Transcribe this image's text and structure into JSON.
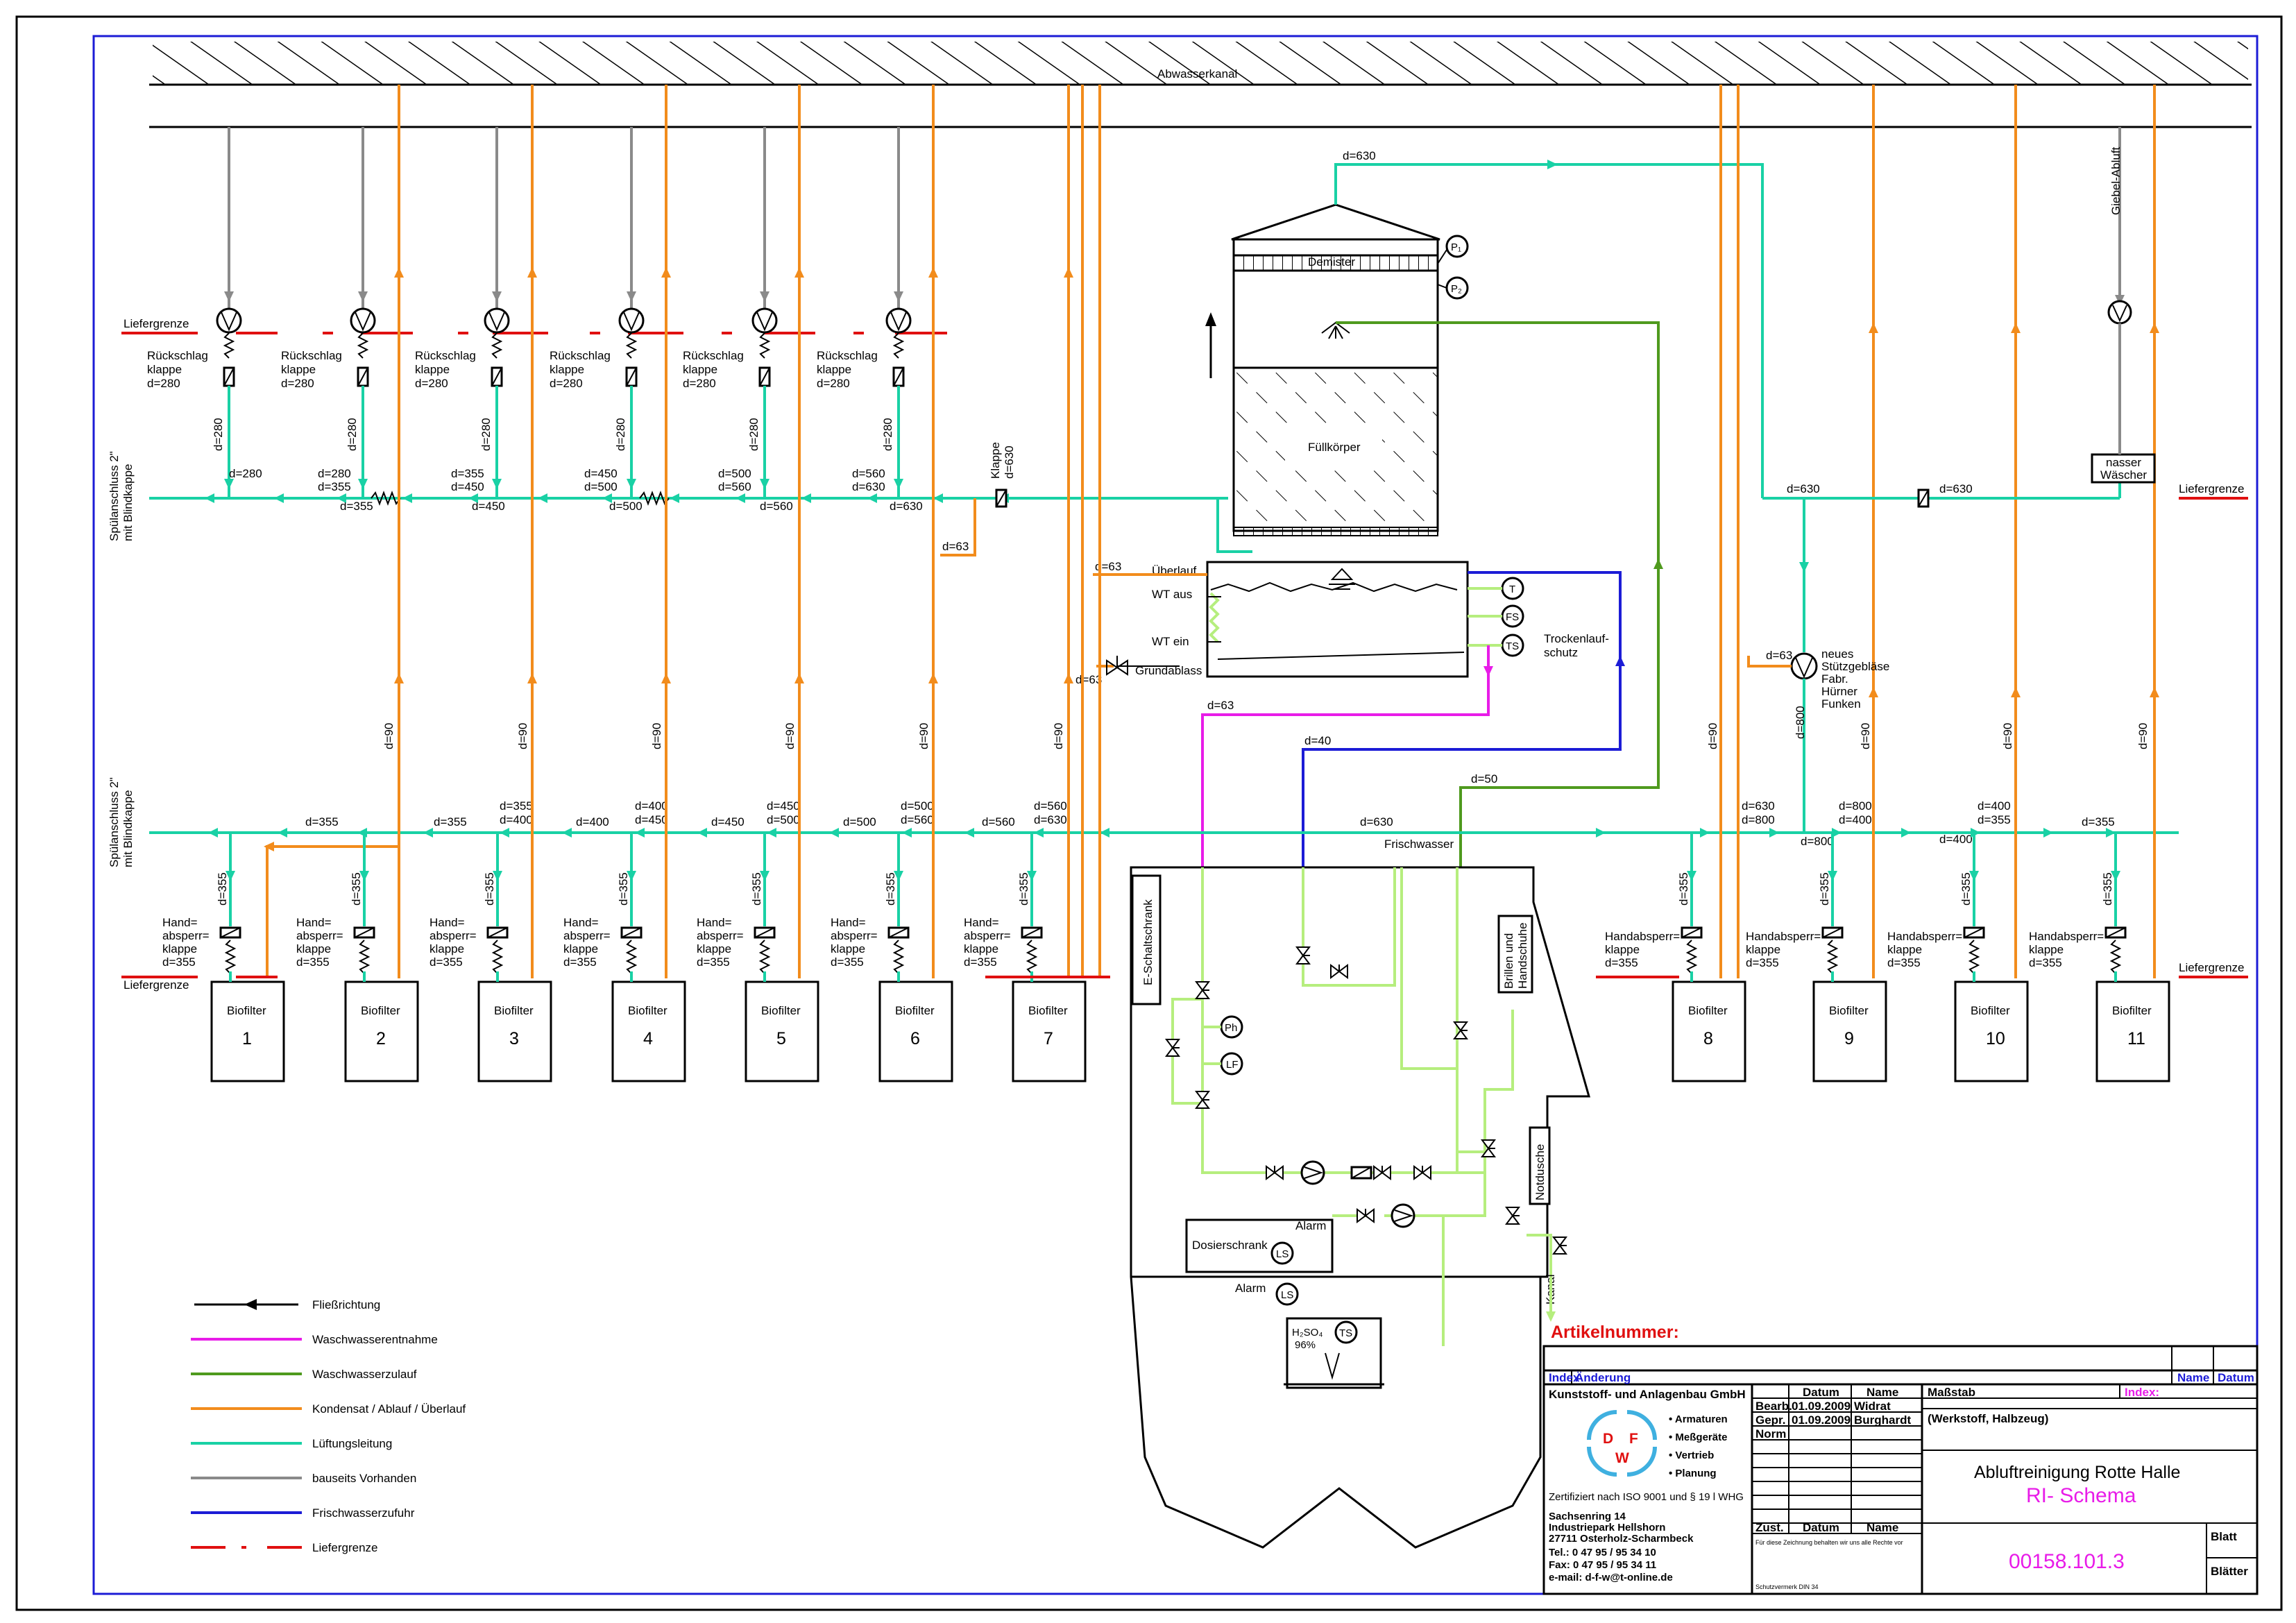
{
  "top": {
    "channel_label": "Abwasserkanal",
    "gable_exhaust": "Giebel-Abluft",
    "duct_top": "d=630"
  },
  "upper_row": {
    "valves": [
      {
        "label1": "Rückschlag",
        "label2": "klappe",
        "label3": "d=280",
        "branch": "d=280"
      },
      {
        "label1": "Rückschlag",
        "label2": "klappe",
        "label3": "d=280",
        "branch": "d=280"
      },
      {
        "label1": "Rückschlag",
        "label2": "klappe",
        "label3": "d=280",
        "branch": "d=280"
      },
      {
        "label1": "Rückschlag",
        "label2": "klappe",
        "label3": "d=280",
        "branch": "d=280"
      },
      {
        "label1": "Rückschlag",
        "label2": "klappe",
        "label3": "d=280",
        "branch": "d=280"
      },
      {
        "label1": "Rückschlag",
        "label2": "klappe",
        "label3": "d=280",
        "branch": "d=280"
      }
    ],
    "duct_labels": [
      {
        "a": "d=280",
        "b": ""
      },
      {
        "a": "d=280",
        "b": "d=355"
      },
      {
        "a": "d=355",
        "b": "d=450"
      },
      {
        "a": "d=450",
        "b": "d=500"
      },
      {
        "a": "d=500",
        "b": "d=560"
      },
      {
        "a": "d=560",
        "b": "d=630"
      }
    ],
    "main_labels": [
      "d=355",
      "d=450",
      "d=500",
      "d=560",
      "d=630"
    ],
    "flush_conn_1": "Spülanschluss 2\"",
    "flush_conn_2": "mit Blindkappe",
    "damper_1": "Klappe",
    "damper_2": "d=630",
    "small_d63": "d=63"
  },
  "scrubber": {
    "demister": "Demister",
    "packing": "Füllkörper",
    "p1": "P₁",
    "p2": "P₂",
    "overflow": "Überlauf",
    "wt_out": "WT aus",
    "wt_in": "WT ein",
    "drain": "Grundablass",
    "d63_a": "d=63",
    "d63_b": "d=63",
    "d63_c": "d=63",
    "sensor_t": "T",
    "sensor_fs": "FS",
    "sensor_ts": "TS",
    "dry_run_1": "Trockenlauf-",
    "dry_run_2": "schutz"
  },
  "lower_row": {
    "flush_conn_1": "Spülanschluss 2\"",
    "flush_conn_2": "mit Blindkappe",
    "main_labels_left": [
      "d=355",
      "d=355",
      "d=400",
      "d=450",
      "d=500",
      "d=560"
    ],
    "pairs_left": [
      {
        "a": "d=355",
        "b": "d=400"
      },
      {
        "a": "d=400",
        "b": "d=450"
      },
      {
        "a": "d=450",
        "b": "d=500"
      },
      {
        "a": "d=500",
        "b": "d=560"
      },
      {
        "a": "d=560",
        "b": "d=630"
      }
    ],
    "center_label": "d=630",
    "fresh_water": "Frischwasser",
    "d40": "d=40",
    "d50": "d=50",
    "d63": "d=63",
    "main_labels_right": [
      "d=400",
      "d=400",
      "d=355"
    ],
    "pairs_right": [
      {
        "a": "d=630",
        "b": "d=800"
      },
      {
        "a": "d=800",
        "b": "d=400"
      },
      {
        "a": "d=400",
        "b": "d=355"
      }
    ],
    "d800_v": "d=800",
    "d800_h": "d=800",
    "d90": "d=90"
  },
  "right_side": {
    "duct_label_1": "d=630",
    "duct_label_2": "d=630",
    "wet_scrubber_1": "nasser",
    "wet_scrubber_2": "Wäscher",
    "d63": "d=63",
    "fan_1": "neues",
    "fan_2": "Stützgebläse",
    "fan_3": "Fabr.",
    "fan_4": "Hürner",
    "fan_5": "Funken",
    "liefergrenze": "Liefergrenze"
  },
  "liefergrenze": "Liefergrenze",
  "hand_valves_left": [
    {
      "line1": "Hand=",
      "line2": "absperr=",
      "line3": "klappe",
      "line4": "d=355",
      "pipe": "d=355"
    },
    {
      "line1": "Hand=",
      "line2": "absperr=",
      "line3": "klappe",
      "line4": "d=355",
      "pipe": "d=355"
    },
    {
      "line1": "Hand=",
      "line2": "absperr=",
      "line3": "klappe",
      "line4": "d=355",
      "pipe": "d=355"
    },
    {
      "line1": "Hand=",
      "line2": "absperr=",
      "line3": "klappe",
      "line4": "d=355",
      "pipe": "d=355"
    },
    {
      "line1": "Hand=",
      "line2": "absperr=",
      "line3": "klappe",
      "line4": "d=355",
      "pipe": "d=355"
    },
    {
      "line1": "Hand=",
      "line2": "absperr=",
      "line3": "klappe",
      "line4": "d=355",
      "pipe": "d=355"
    },
    {
      "line1": "Hand=",
      "line2": "absperr=",
      "line3": "klappe",
      "line4": "d=355",
      "pipe": "d=355"
    }
  ],
  "hand_valves_right": [
    {
      "line1": "Handabsperr=",
      "line2": "klappe",
      "line3": "d=355",
      "pipe": "d=355"
    },
    {
      "line1": "Handabsperr=",
      "line2": "klappe",
      "line3": "d=355",
      "pipe": "d=355"
    },
    {
      "line1": "Handabsperr=",
      "line2": "klappe",
      "line3": "d=355",
      "pipe": "d=355"
    },
    {
      "line1": "Handabsperr=",
      "line2": "klappe",
      "line3": "d=355",
      "pipe": "d=355"
    }
  ],
  "biofilters": [
    {
      "label": "Biofilter",
      "num": "1"
    },
    {
      "label": "Biofilter",
      "num": "2"
    },
    {
      "label": "Biofilter",
      "num": "3"
    },
    {
      "label": "Biofilter",
      "num": "4"
    },
    {
      "label": "Biofilter",
      "num": "5"
    },
    {
      "label": "Biofilter",
      "num": "6"
    },
    {
      "label": "Biofilter",
      "num": "7"
    },
    {
      "label": "Biofilter",
      "num": "8"
    },
    {
      "label": "Biofilter",
      "num": "9"
    },
    {
      "label": "Biofilter",
      "num": "10"
    },
    {
      "label": "Biofilter",
      "num": "11"
    }
  ],
  "d90": "d=90",
  "container": {
    "e_cabinet": "E-Schaltschrank",
    "goggles_1": "Brillen und",
    "goggles_2": "Handschuhe",
    "emergency_shower": "Notdusche",
    "sewer": "Kanal",
    "dosing_cabinet": "Dosierschrank",
    "alarm_1": "Alarm",
    "alarm_2": "Alarm",
    "ls_1": "LS",
    "ls_2": "LS",
    "ph": "Ph",
    "lf": "LF",
    "ts": "TS",
    "acid_1": "H₂SO₄",
    "acid_2": "96%"
  },
  "legend": [
    {
      "label": "Fließrichtung",
      "color": "#000000"
    },
    {
      "label": "Waschwasserentnahme",
      "color": "#e81ce8"
    },
    {
      "label": "Waschwasserzulauf",
      "color": "#4f9a1e"
    },
    {
      "label": "Kondensat / Ablauf / Überlauf",
      "color": "#f28c1c"
    },
    {
      "label": "Lüftungsleitung",
      "color": "#19d1a5"
    },
    {
      "label": "bauseits Vorhanden",
      "color": "#8a8a8a"
    },
    {
      "label": "Frischwasserzufuhr",
      "color": "#1c1cd6"
    },
    {
      "label": "Liefergrenze",
      "color": "#e01010"
    }
  ],
  "title_block": {
    "article": "Artikelnummer:",
    "index": "Index",
    "change": "Änderung",
    "name": "Name",
    "date": "Datum",
    "company": "Kunststoff- und Anlagenbau GmbH",
    "logo": {
      "d": "D",
      "f": "F",
      "w": "W"
    },
    "bullets": [
      "• Armaturen",
      "• Meßgeräte",
      "• Vertrieb",
      "• Planung"
    ],
    "certified": "Zertifiziert nach ISO 9001 und § 19 l WHG",
    "address": [
      "Sachsenring 14",
      "Industriepark Hellshorn",
      "27711 Osterholz-Scharmbeck"
    ],
    "tel": "Tel.: 0 47 95 / 95 34 10",
    "fax": "Fax: 0 47 95 / 95 34 11",
    "email": "e-mail: d-f-w@t-online.de",
    "col_datum": "Datum",
    "col_name": "Name",
    "bearb": "Bearb.",
    "bearb_date": "01.09.2009",
    "bearb_name": "Widrat",
    "gepr": "Gepr.",
    "gepr_date": "01.09.2009",
    "gepr_name": "Burghardt",
    "norm": "Norm",
    "zust": "Zust.",
    "zust_datum": "Datum",
    "zust_name": "Name",
    "massstab": "Maßstab",
    "index_label": "Index:",
    "material": "(Werkstoff, Halbzeug)",
    "title": "Abluftreinigung Rotte Halle",
    "subtitle": "RI- Schema",
    "drawing_no": "00158.101.3",
    "blatt": "Blatt",
    "blaetter": "Blätter",
    "copyright": "Für diese Zeichnung behalten wir uns alle Rechte vor",
    "copyright_ref": "Schutzvermerk DIN 34"
  }
}
